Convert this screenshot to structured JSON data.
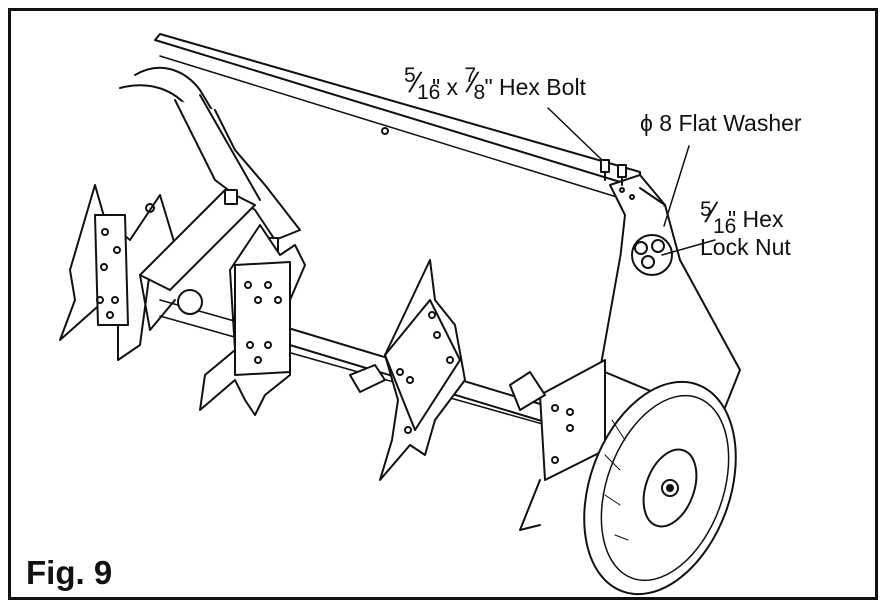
{
  "figure_label": "Fig. 9",
  "callouts": {
    "hex_bolt": {
      "num1": "5",
      "den1": "16",
      "inch1": "\"",
      "times": " x ",
      "num2": "7",
      "den2": "8",
      "inch2": "\"",
      "name": " Hex Bolt"
    },
    "washer": {
      "symbol": "ϕ",
      "text": " 8 Flat Washer"
    },
    "lock_nut": {
      "num": "5",
      "den": "16",
      "line1": "\" Hex",
      "line2": "Lock Nut"
    }
  },
  "colors": {
    "ink": "#111111",
    "paper": "#ffffff"
  }
}
